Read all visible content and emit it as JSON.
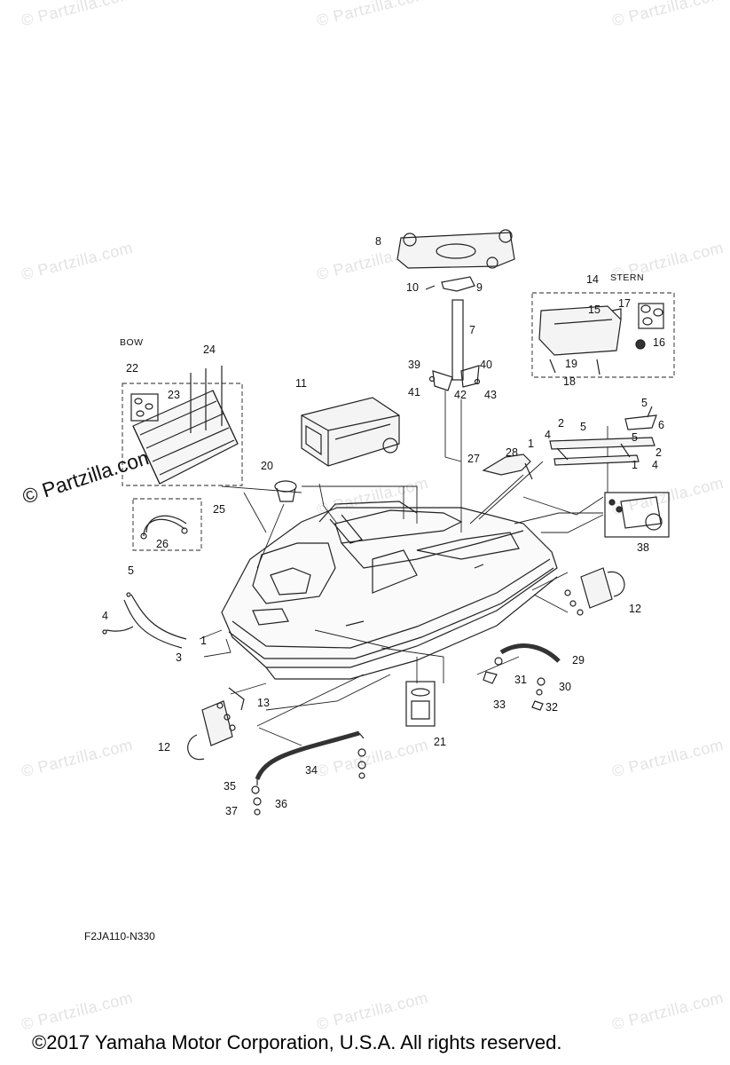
{
  "watermark": "© Partzilla.com",
  "labels": {
    "bow": "BOW",
    "stern": "STERN",
    "code": "F2JA110-N330"
  },
  "callouts": [
    "1",
    "2",
    "3",
    "4",
    "5",
    "6",
    "7",
    "8",
    "9",
    "10",
    "11",
    "12",
    "13",
    "14",
    "15",
    "16",
    "17",
    "18",
    "19",
    "20",
    "21",
    "22",
    "23",
    "24",
    "25",
    "26",
    "27",
    "28",
    "29",
    "30",
    "31",
    "32",
    "33",
    "34",
    "35",
    "36",
    "37",
    "38",
    "39",
    "40",
    "41",
    "42",
    "43"
  ],
  "footer": {
    "copyright": "©2017  Yamaha Motor Corporation, U.S.A. All rights reserved."
  }
}
